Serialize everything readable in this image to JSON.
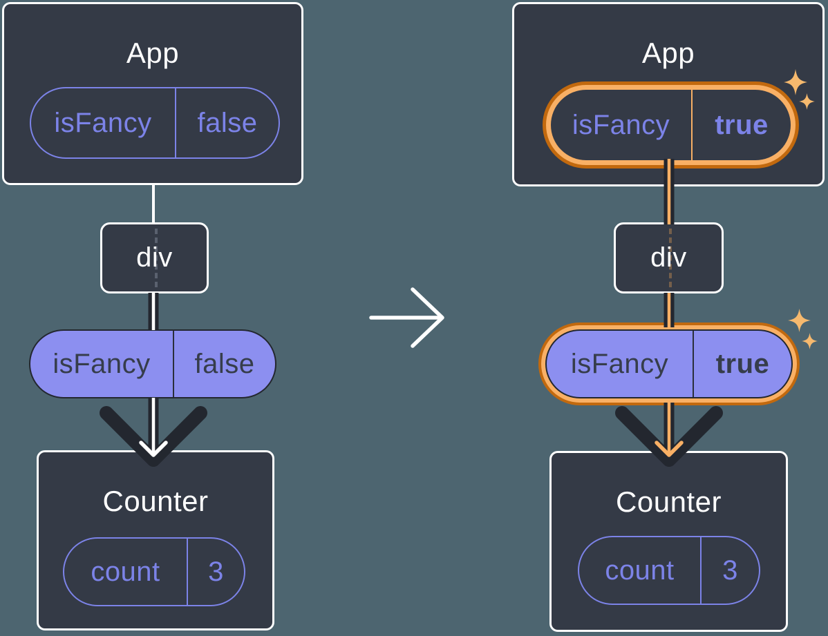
{
  "panels": {
    "before": {
      "app": {
        "title": "App",
        "state_pill": {
          "key": "isFancy",
          "value": "false"
        }
      },
      "div": {
        "label": "div"
      },
      "prop_pill": {
        "key": "isFancy",
        "value": "false"
      },
      "counter": {
        "title": "Counter",
        "state_pill": {
          "key": "count",
          "value": "3"
        }
      }
    },
    "after": {
      "app": {
        "title": "App",
        "state_pill": {
          "key": "isFancy",
          "value": "true"
        }
      },
      "div": {
        "label": "div"
      },
      "prop_pill": {
        "key": "isFancy",
        "value": "true"
      },
      "counter": {
        "title": "Counter",
        "state_pill": {
          "key": "count",
          "value": "3"
        }
      }
    }
  },
  "icons": {
    "transition_arrow": "right-arrow",
    "sparkles": "four-point-sparkle"
  },
  "colors": {
    "background": "#4d6570",
    "box_fill": "#343a46",
    "box_border": "#ffffff",
    "accent_purple": "#7c83e8",
    "pill_fill_purple": "#8c8ff0",
    "ink_dark": "#23272f",
    "highlight_orange": "#f9b065",
    "highlight_orange_dark": "#c2690e",
    "sparkle_orange": "#f6b96e"
  }
}
